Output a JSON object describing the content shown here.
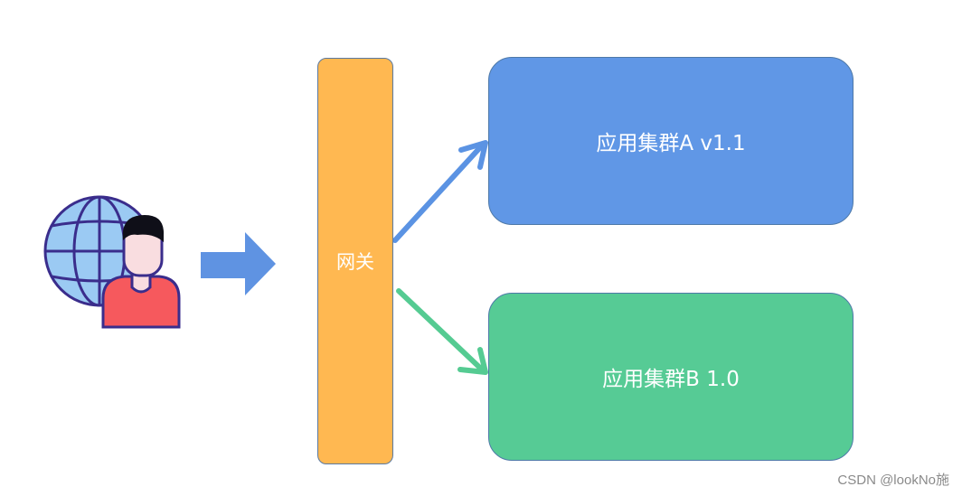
{
  "gateway": {
    "label": "网关",
    "color": "#ffb851"
  },
  "clusters": [
    {
      "label": "应用集群A v1.1",
      "color": "#6097e6"
    },
    {
      "label": "应用集群B 1.0",
      "color": "#56cb95"
    }
  ],
  "arrows": {
    "user_to_gateway_color": "#5f93e2",
    "to_cluster_a_color": "#5b93e3",
    "to_cluster_b_color": "#55cb92"
  },
  "icons": {
    "globe": "globe-icon",
    "user": "user-avatar-icon"
  },
  "watermark": "CSDN @lookNo施"
}
